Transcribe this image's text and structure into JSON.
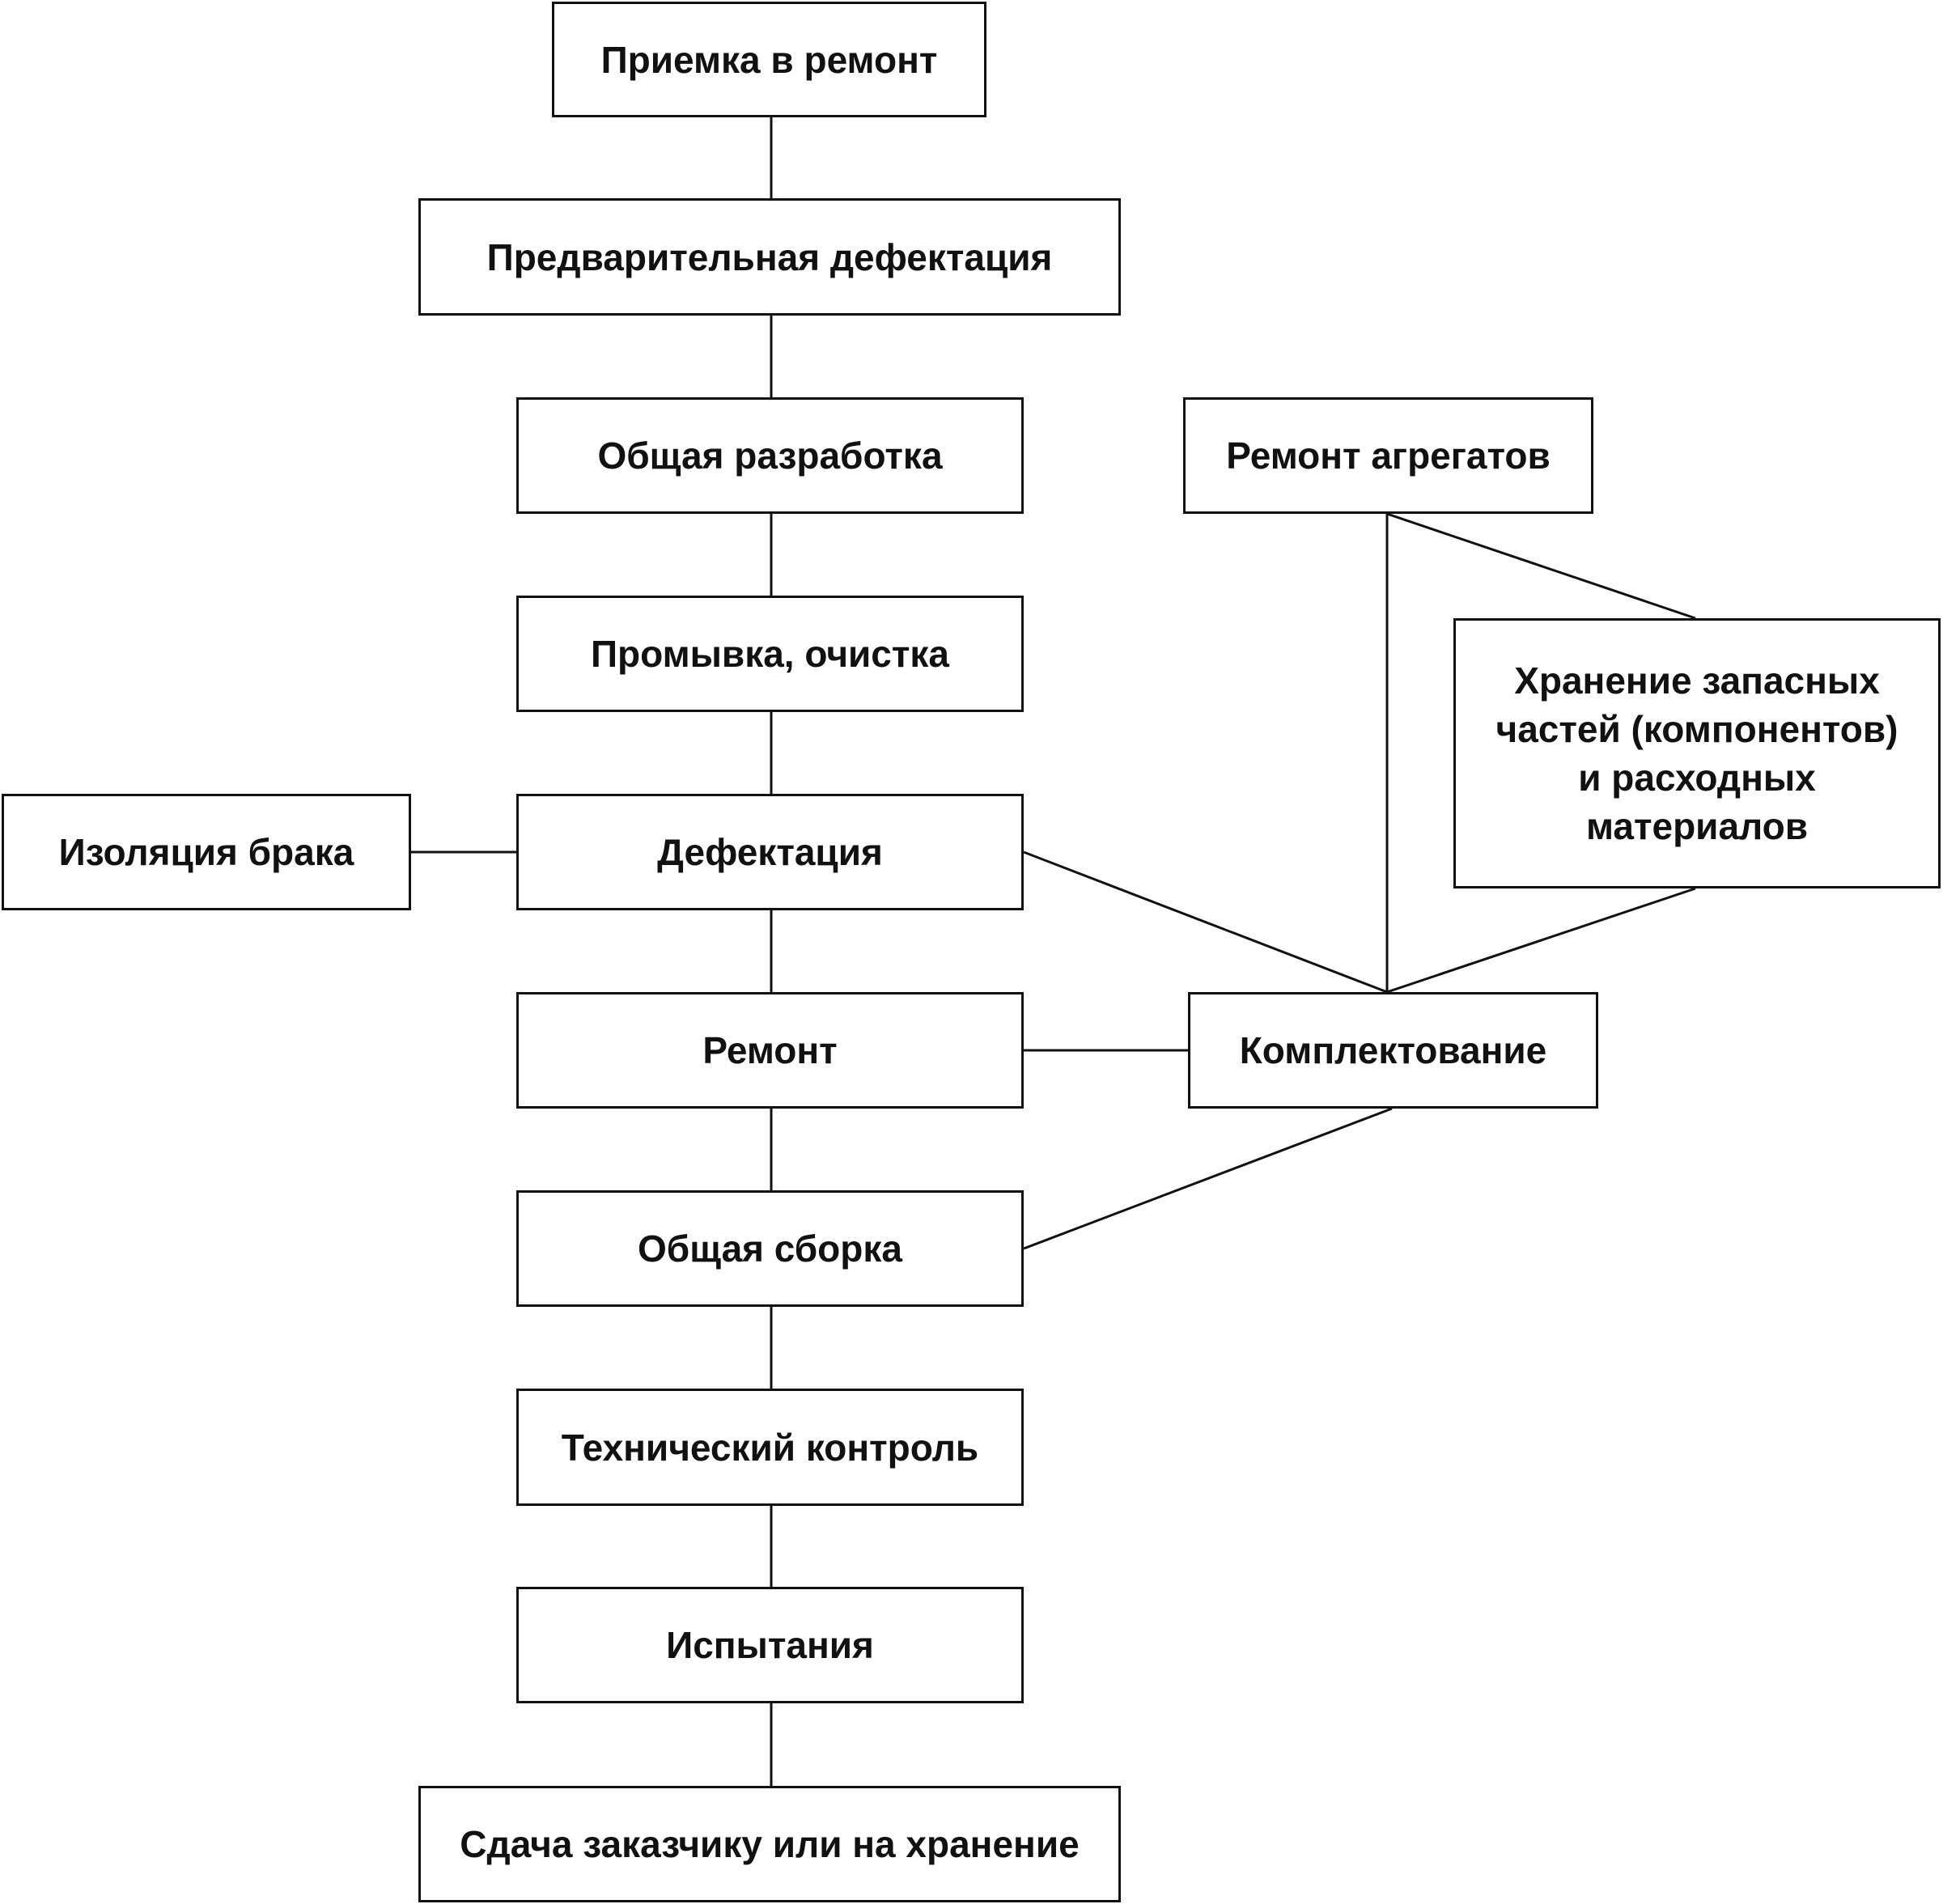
{
  "colors": {
    "stroke": "#111111",
    "background": "#ffffff"
  },
  "nodes": {
    "n1": "Приемка в ремонт",
    "n2": "Предварительная дефектация",
    "n3": "Общая разработка",
    "n4": "Промывка, очистка",
    "n5": "Дефектация",
    "n6": "Ремонт",
    "n7": "Общая сборка",
    "n8": "Технический контроль",
    "n9": "Испытания",
    "n10": "Сдача заказчику или на хранение",
    "iso": "Изоляция брака",
    "agg": "Ремонт агрегатов",
    "stor_l1": "Хранение запасных",
    "stor_l2": "частей (компонентов)",
    "stor_l3": "и расходных",
    "stor_l4": "материалов",
    "komp": "Комплектование"
  },
  "edges": [
    [
      "n1",
      "n2"
    ],
    [
      "n2",
      "n3"
    ],
    [
      "n3",
      "n4"
    ],
    [
      "n4",
      "n5"
    ],
    [
      "n5",
      "n6"
    ],
    [
      "n6",
      "n7"
    ],
    [
      "n7",
      "n8"
    ],
    [
      "n8",
      "n9"
    ],
    [
      "n9",
      "n10"
    ],
    [
      "iso",
      "n5"
    ],
    [
      "n6",
      "komp"
    ],
    [
      "n5",
      "komp"
    ],
    [
      "agg",
      "komp"
    ],
    [
      "agg",
      "stor"
    ],
    [
      "stor",
      "komp"
    ],
    [
      "komp",
      "n7"
    ]
  ]
}
